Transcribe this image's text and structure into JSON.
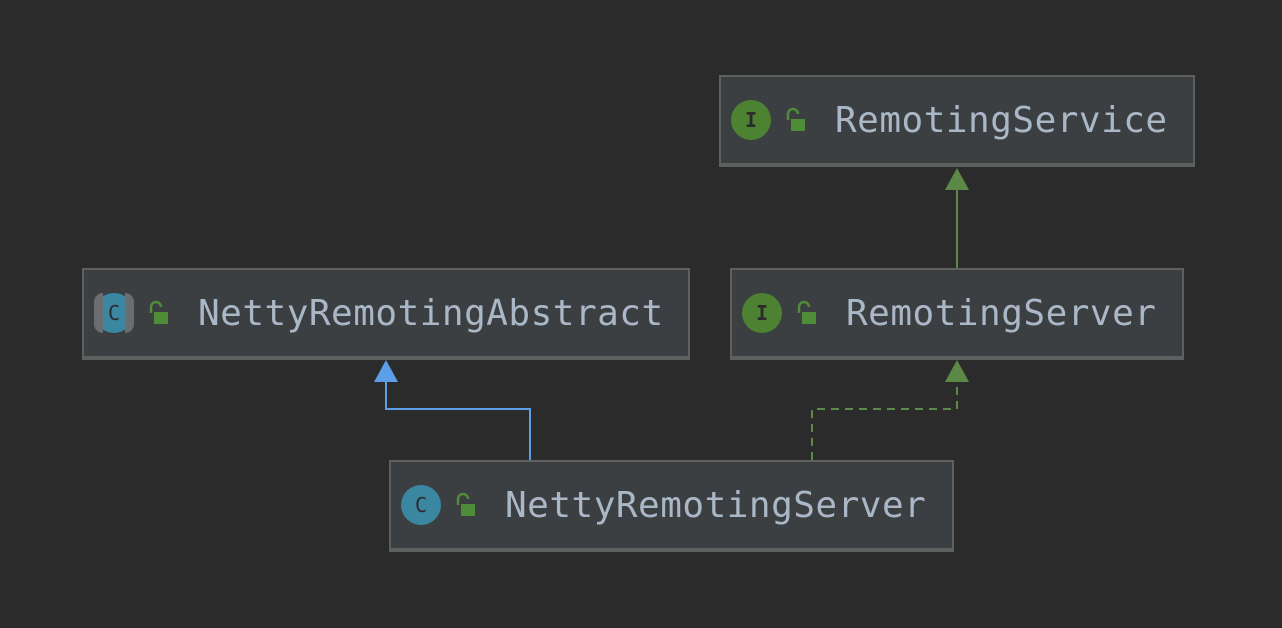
{
  "diagram": {
    "background": "#2b2b2b",
    "nodes": [
      {
        "id": "remoting-service",
        "name": "RemotingService",
        "kind": "interface",
        "kind_letter": "I",
        "visibility_icon": "unlock-icon"
      },
      {
        "id": "netty-remoting-abstract",
        "name": "NettyRemotingAbstract",
        "kind": "abstract-class",
        "kind_letter": "C",
        "visibility_icon": "unlock-icon"
      },
      {
        "id": "remoting-server",
        "name": "RemotingServer",
        "kind": "interface",
        "kind_letter": "I",
        "visibility_icon": "unlock-icon"
      },
      {
        "id": "netty-remoting-server",
        "name": "NettyRemotingServer",
        "kind": "class",
        "kind_letter": "C",
        "visibility_icon": "unlock-icon"
      }
    ],
    "edges": [
      {
        "from": "remoting-server",
        "to": "remoting-service",
        "relation": "extends",
        "style": "solid",
        "color": "#5c8a46"
      },
      {
        "from": "netty-remoting-server",
        "to": "netty-remoting-abstract",
        "relation": "extends",
        "style": "solid",
        "color": "#5c9ee8"
      },
      {
        "from": "netty-remoting-server",
        "to": "remoting-server",
        "relation": "implements",
        "style": "dashed",
        "color": "#5c8a46"
      }
    ],
    "colors": {
      "interface_badge": "#4d8233",
      "class_badge": "#3b86a0",
      "lock": "#4f8c37",
      "label": "#a9b7c6",
      "node_fill": "#3c3f41",
      "node_border": "#5e6060"
    }
  }
}
